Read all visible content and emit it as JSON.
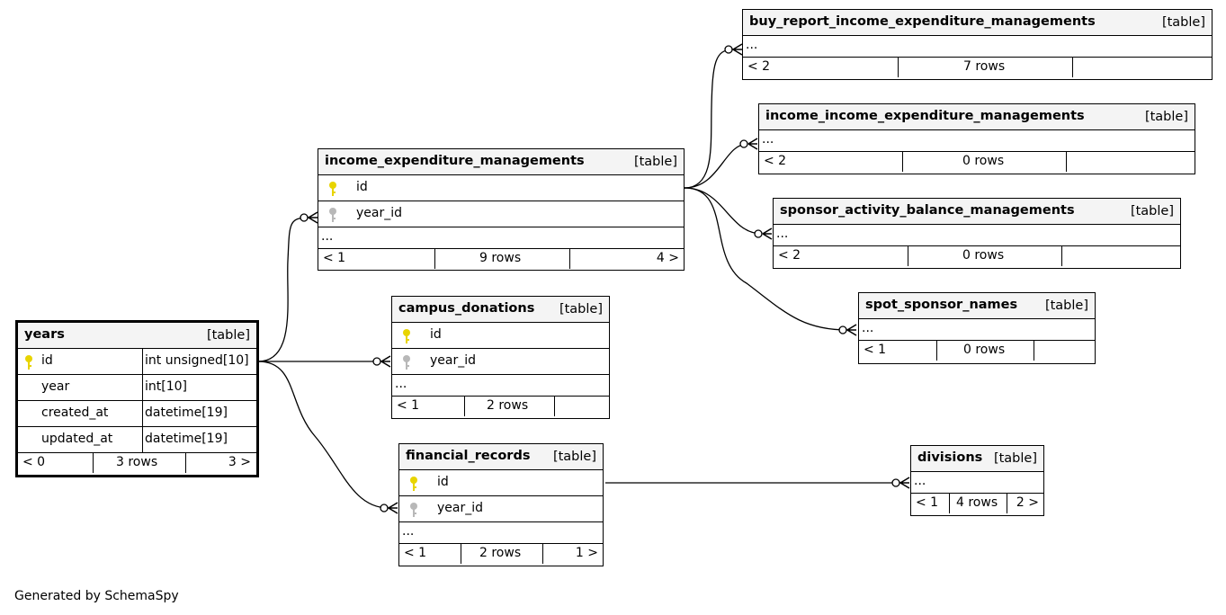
{
  "diagram": {
    "credit": "Generated by SchemaSpy",
    "key_colors": {
      "primary": "#e8d400",
      "foreign": "#b8b8b8"
    },
    "tables": {
      "years": {
        "name": "years",
        "kind": "[table]",
        "columns": [
          {
            "name": "id",
            "type": "int unsigned[10]",
            "key": "primary"
          },
          {
            "name": "year",
            "type": "int[10]",
            "key": ""
          },
          {
            "name": "created_at",
            "type": "datetime[19]",
            "key": ""
          },
          {
            "name": "updated_at",
            "type": "datetime[19]",
            "key": ""
          }
        ],
        "footer": {
          "left": "< 0",
          "rows": "3 rows",
          "right": "3 >"
        }
      },
      "income_expenditure_managements": {
        "name": "income_expenditure_managements",
        "kind": "[table]",
        "columns": [
          {
            "name": "id",
            "key": "primary"
          },
          {
            "name": "year_id",
            "key": "foreign"
          }
        ],
        "ellipsis": "...",
        "footer": {
          "left": "< 1",
          "rows": "9 rows",
          "right": "4 >"
        }
      },
      "campus_donations": {
        "name": "campus_donations",
        "kind": "[table]",
        "columns": [
          {
            "name": "id",
            "key": "primary"
          },
          {
            "name": "year_id",
            "key": "foreign"
          }
        ],
        "ellipsis": "...",
        "footer": {
          "left": "< 1",
          "rows": "2 rows",
          "right": ""
        }
      },
      "financial_records": {
        "name": "financial_records",
        "kind": "[table]",
        "columns": [
          {
            "name": "id",
            "key": "primary"
          },
          {
            "name": "year_id",
            "key": "foreign"
          }
        ],
        "ellipsis": "...",
        "footer": {
          "left": "< 1",
          "rows": "2 rows",
          "right": "1 >"
        }
      },
      "buy_report": {
        "name": "buy_report_income_expenditure_managements",
        "kind": "[table]",
        "ellipsis": "...",
        "footer": {
          "left": "< 2",
          "rows": "7 rows",
          "right": ""
        }
      },
      "income_income": {
        "name": "income_income_expenditure_managements",
        "kind": "[table]",
        "ellipsis": "...",
        "footer": {
          "left": "< 2",
          "rows": "0 rows",
          "right": ""
        }
      },
      "sponsor_activity": {
        "name": "sponsor_activity_balance_managements",
        "kind": "[table]",
        "ellipsis": "...",
        "footer": {
          "left": "< 2",
          "rows": "0 rows",
          "right": ""
        }
      },
      "spot_sponsor": {
        "name": "spot_sponsor_names",
        "kind": "[table]",
        "ellipsis": "...",
        "footer": {
          "left": "< 1",
          "rows": "0 rows",
          "right": ""
        }
      },
      "divisions": {
        "name": "divisions",
        "kind": "[table]",
        "ellipsis": "...",
        "footer": {
          "left": "< 1",
          "rows": "4 rows",
          "right": "2 >"
        }
      }
    }
  }
}
